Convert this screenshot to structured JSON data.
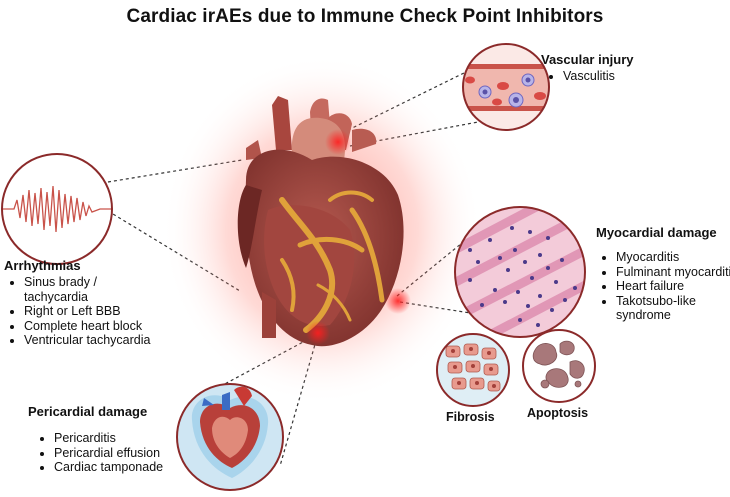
{
  "title": "Cardiac irAEs due to Immune Check Point Inhibitors",
  "vascular": {
    "heading": "Vascular injury",
    "items": [
      "Vasculitis"
    ]
  },
  "arrhythmias": {
    "heading": "Arrhythmias",
    "items": [
      "Sinus brady / tachycardia",
      "Right or Left BBB",
      "Complete heart block",
      "Ventricular tachycardia"
    ]
  },
  "myocardial": {
    "heading": "Myocardial damage",
    "items": [
      "Myocarditis",
      "Fulminant myocarditis",
      "Heart failure",
      "Takotsubo-like syndrome"
    ]
  },
  "pericardial": {
    "heading": "Pericardial damage",
    "items": [
      "Pericarditis",
      "Pericardial effusion",
      "Cardiac tamponade"
    ]
  },
  "fibrosis_label": "Fibrosis",
  "apoptosis_label": "Apoptosis",
  "colors": {
    "circle_border": "#8b2a2a",
    "heart_dark": "#8e3a35",
    "heart_light": "#c9786c",
    "glow": "#ff3b3b",
    "fat": "#e0a23a"
  }
}
